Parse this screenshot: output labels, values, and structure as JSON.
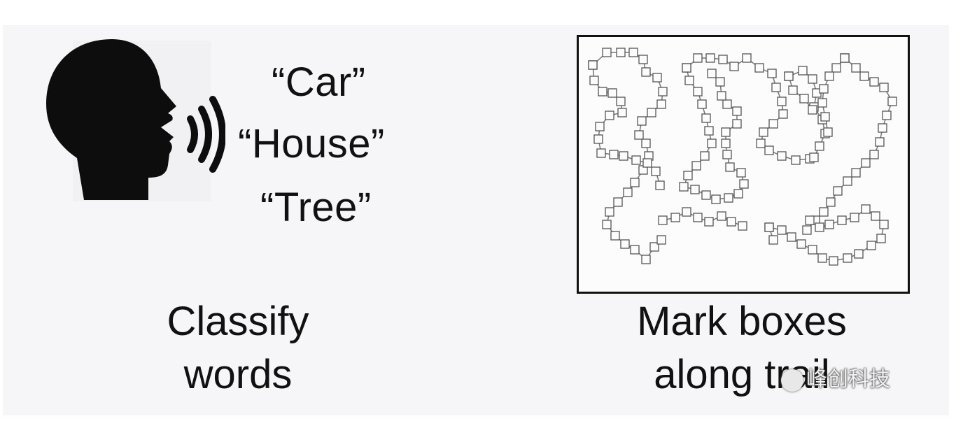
{
  "words": [
    "“Car”",
    "“House”",
    "“Tree”"
  ],
  "left_caption": [
    "Classify",
    "words"
  ],
  "right_caption": [
    "Mark boxes",
    "along trail"
  ],
  "watermark": "峰创科技",
  "icons": {
    "speaker": "speaking-head-icon",
    "trail": "trail-making-diagram"
  }
}
